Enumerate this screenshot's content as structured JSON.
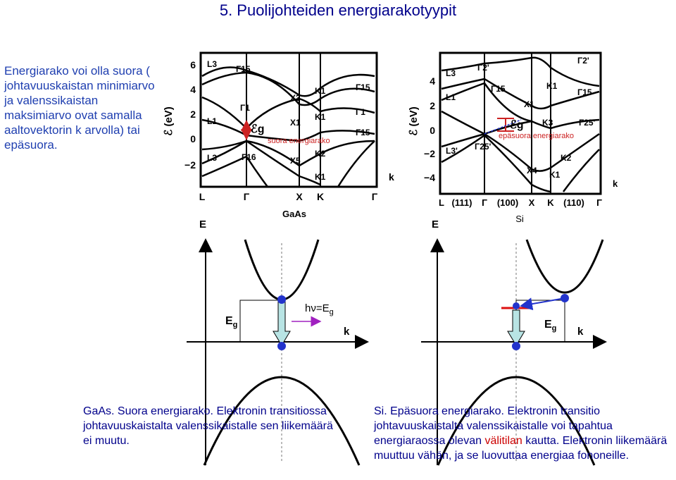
{
  "title": "5. Puolijohteiden energiarakotyypit",
  "intro": "Energiarako voi olla suora ( johtavuuskaistan minimiarvo ja valenssikaistan maksimiarvo ovat samalla aaltovektorin k arvolla) tai epäsuora.",
  "gaas_band": {
    "y_axis_label": "ℰ (eV)",
    "y_ticks": [
      "6",
      "4",
      "2",
      "0",
      "−2"
    ],
    "x_ticks": [
      "L",
      "Γ",
      "X",
      "K",
      "Γ"
    ],
    "material": "GaAs",
    "gap_symbol": "ℰg",
    "annotation": "suora energiarako",
    "k_label": "k",
    "band_labels": [
      "L3",
      "Γ15",
      "Γ1",
      "X3",
      "K1",
      "Γ15",
      "X1",
      "K1",
      "Γ1",
      "L1",
      "Γ15",
      "L3",
      "Γ16",
      "X5",
      "K2",
      "K1"
    ]
  },
  "si_band": {
    "y_axis_label": "ℰ (eV)",
    "y_ticks": [
      "4",
      "2",
      "0",
      "−2",
      "−4"
    ],
    "x_ticks": [
      "L",
      "(111)",
      "Γ",
      "(100)",
      "X",
      "K",
      "(110)",
      "Γ"
    ],
    "material": "Si",
    "gap_symbol": "ℰg",
    "annotation": "epäsuora energiarako",
    "k_label": "k",
    "band_labels": [
      "L3",
      "Γ2'",
      "K1",
      "Γ2'",
      "Γ15",
      "L1",
      "X1",
      "Γ15",
      "K3",
      "Γ25'",
      "L3'",
      "Γ25'",
      "K2",
      "X4",
      "K1"
    ]
  },
  "gaas_schematic": {
    "e_label": "E",
    "eg_label": "E",
    "eg_sub": "g",
    "photon_label": "hν=E",
    "photon_sub": "g",
    "k_label": "k"
  },
  "si_schematic": {
    "e_label": "E",
    "eg_label": "E",
    "eg_sub": "g",
    "k_label": "k"
  },
  "caption_gaas": "GaAs. Suora energiarako. Elektronin transitiossa johtavuuskaistalta valenssikaistalle sen liikemäärä ei muutu.",
  "caption_si": {
    "before": "Si. Epäsuora energiarako. Elektronin transitio johtavuuskaistalta valenssikaistalle voi tapahtua energiaraossa olevan ",
    "highlight": "välitilan",
    "after": " kautta. Elektronin liikemäärä muuttuu vähän, ja se luovuttaa energiaa fononeille."
  },
  "colors": {
    "title": "#00008b",
    "intro": "#1f3fb0",
    "arrow_fill": "#b8e4e4",
    "electron": "#2233cc",
    "photon": "#a020c0",
    "trap": "#dd1111",
    "annotation": "#cc2222"
  }
}
